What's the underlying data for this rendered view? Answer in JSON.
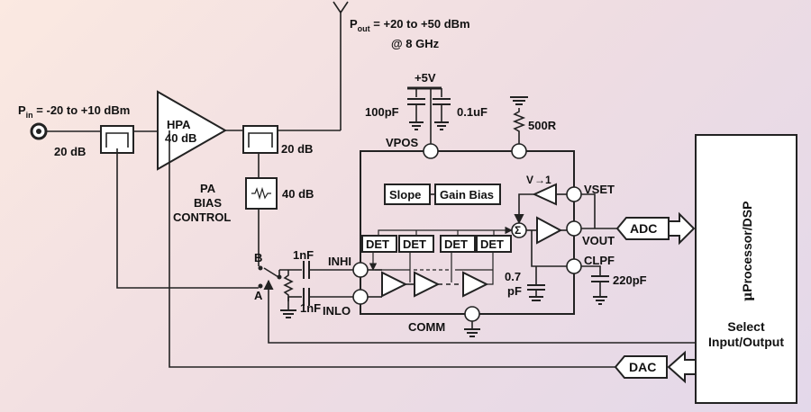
{
  "labels": {
    "pin_p": "P",
    "pin_sub": "in",
    "pin_range": " = -20 to +10 dBm",
    "pout_p": "P",
    "pout_sub": "out",
    "pout_range": " = +20 to +50 dBm",
    "pout_freq": "@ 8 GHz",
    "coupler_in": "20 dB",
    "coupler_out": "20 dB",
    "hpa_1": "HPA",
    "hpa_2": "40 dB",
    "attenuator": "40 dB",
    "pa_1": "PA",
    "pa_2": "BIAS",
    "pa_3": "CONTROL",
    "supply": "+5V",
    "cap_100pf": "100pF",
    "cap_01uf": "0.1uF",
    "res_500r": "500R",
    "vpos": "VPOS",
    "vset": "VSET",
    "vout": "VOUT",
    "clpf": "CLPF",
    "inhi": "INHI",
    "inlo": "INLO",
    "comm": "COMM",
    "cap_1nf_top": "1nF",
    "cap_1nf_bot": "1nF",
    "cap_07_1": "0.7",
    "cap_07_2": "pF",
    "cap_220pf": "220pF",
    "slope": "Slope",
    "gain_bias": "Gain Bias",
    "v_x1": "V",
    "v_x1_tail": "1",
    "sigma": "Σ",
    "det": [
      "DET",
      "DET",
      "DET",
      "DET"
    ],
    "adc": "ADC",
    "dac": "DAC",
    "switch_b": "B",
    "switch_a": "A",
    "mu": "μ",
    "processor": "Processor/DSP",
    "select_1": "Select",
    "select_2": "Input/Output"
  },
  "colors": {
    "ink": "#222222",
    "block_fill": "#ffffff"
  }
}
